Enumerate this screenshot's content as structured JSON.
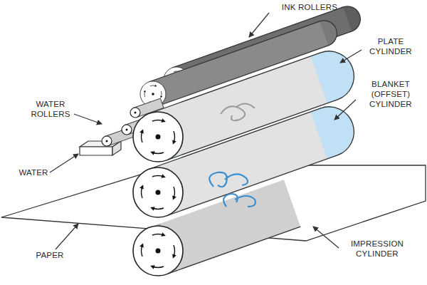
{
  "diagram": {
    "labels": [
      "INK ROLLERS",
      "PLATE CYLINDER",
      "WATER ROLLERS",
      "BLANKET (OFFSET) CYLINDER",
      "WATER",
      "PAPER",
      "IMPRESSION CYLINDER"
    ]
  }
}
